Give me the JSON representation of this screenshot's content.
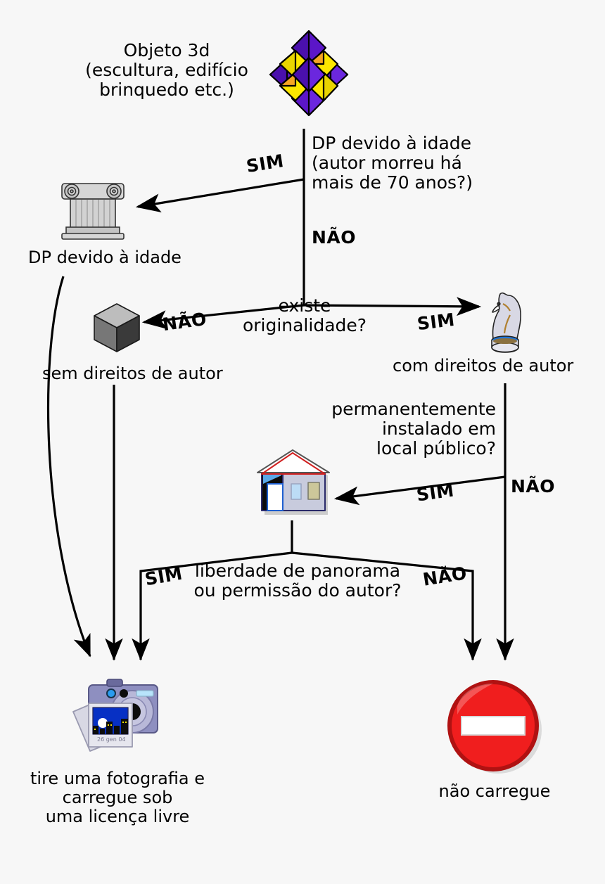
{
  "diagram": {
    "title_node": {
      "label": "Objeto 3d\n(escultura, edifício\nbrinquedo etc.)",
      "icon": "polyhedra-3d-icon"
    },
    "decisions": [
      {
        "id": "age",
        "question": "DP devido à idade\n(autor morreu há\nmais de 70 anos?)",
        "yes_label": "SIM",
        "no_label": "NÃO"
      },
      {
        "id": "originality",
        "question": "existe\noriginalidade?",
        "yes_label": "SIM",
        "no_label": "NÃO"
      },
      {
        "id": "public_place",
        "question": "permanentemente\ninstalado em\nlocal público?",
        "yes_label": "SIM",
        "no_label": "NÃO"
      },
      {
        "id": "panorama",
        "question": "liberdade de panorama\nou permissão do autor?",
        "yes_label": "SIM",
        "no_label": "NÃO"
      }
    ],
    "nodes": [
      {
        "id": "public-domain-age",
        "label": "DP devido à idade",
        "icon": "greek-column-icon"
      },
      {
        "id": "no-copyright",
        "label": "sem direitos de autor",
        "icon": "grey-cube-icon"
      },
      {
        "id": "with-copyright",
        "label": "com direitos de autor",
        "icon": "chess-knight-icon"
      },
      {
        "id": "public-building",
        "label": "",
        "icon": "house-icon"
      }
    ],
    "outcomes": [
      {
        "id": "upload-free",
        "label": "tire uma fotografia e\ncarregue sob\numa licença livre",
        "icon": "camera-icon"
      },
      {
        "id": "do-not-upload",
        "label": "não carregue",
        "icon": "no-entry-icon"
      }
    ],
    "colors": {
      "background": "#f7f7f7",
      "line": "#000000",
      "purple": "#5b16c8",
      "yellow": "#fbe600",
      "orange": "#f5a623",
      "stop_red": "#f01e1e",
      "stop_dark_red": "#b01212",
      "camera_body": "#8e8fc0",
      "camera_lens": "#b8b8d8",
      "knight_body": "#d8d8e4",
      "knight_blue": "#1e74d8",
      "cube_light": "#bdbdbd",
      "cube_mid": "#777777",
      "cube_dark": "#3a3a3a",
      "column_grey": "#c9c9c9",
      "house_wall": "#c8cbdd",
      "house_roof": "#ffffff"
    }
  }
}
